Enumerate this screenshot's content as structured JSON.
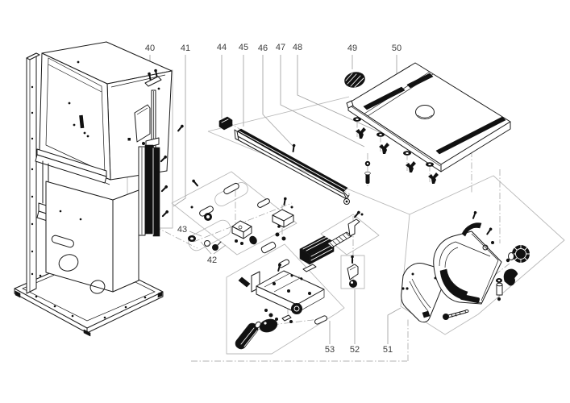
{
  "meta": {
    "description": "Exploded spare-parts diagram of a band saw: stand and frame at left, guide-rail group, saw table with wing bolts, fence, trunnion and guard assemblies",
    "drawing_style": "isometric black line art with gray leader lines and dash-dot assembly axes"
  },
  "colors": {
    "background": "#ffffff",
    "line_art": "#1a1a1a",
    "leader_lines": "#a6a6a6",
    "zone_outlines": "#b8b8b8",
    "label_text": "#3d3d3d"
  },
  "callouts": [
    {
      "label": "40"
    },
    {
      "label": "41"
    },
    {
      "label": "44"
    },
    {
      "label": "45"
    },
    {
      "label": "46"
    },
    {
      "label": "47"
    },
    {
      "label": "48"
    },
    {
      "label": "49"
    },
    {
      "label": "50"
    },
    {
      "label": "43"
    },
    {
      "label": "42"
    },
    {
      "label": "53"
    },
    {
      "label": "52"
    },
    {
      "label": "51"
    }
  ]
}
